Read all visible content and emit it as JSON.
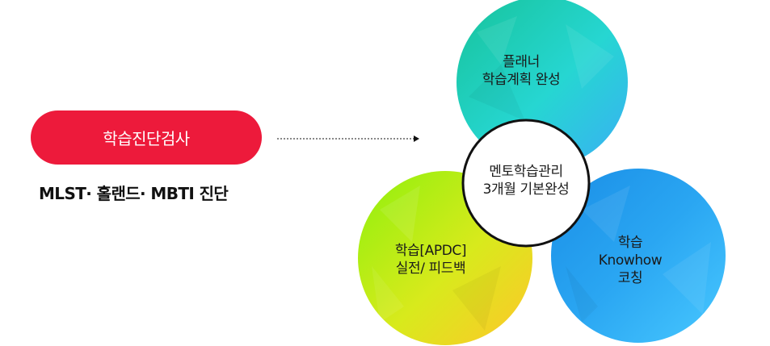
{
  "start": {
    "label": "학습진단검사",
    "subtitle": "MLST· 홀랜드· MBTI 진단",
    "color": "#ed1a3b"
  },
  "circles": {
    "top": {
      "line1": "플래너",
      "line2": "학습계획 완성",
      "colors": [
        "#1fc9a5",
        "#3ab8f0"
      ]
    },
    "left": {
      "line1": "학습[APDC]",
      "line2": "실전/ 피드백",
      "colors": [
        "#8ef00d",
        "#ffd02a"
      ]
    },
    "right": {
      "line1": "학습",
      "line2": "Knowhow",
      "line3": "코칭",
      "colors": [
        "#1e9be8",
        "#3ec2ff"
      ]
    },
    "center": {
      "line1": "멘토학습관리",
      "line2": "3개월 기본완성"
    }
  }
}
